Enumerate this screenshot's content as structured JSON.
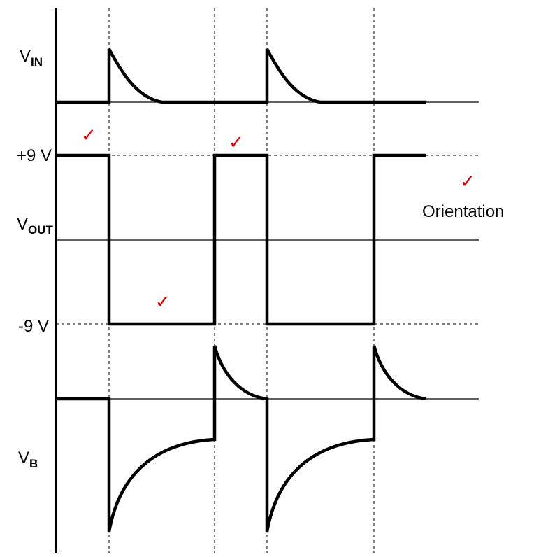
{
  "labels": {
    "vin_main": "V",
    "vin_sub": "IN",
    "vout_main": "V",
    "vout_sub": "OUT",
    "vb_main": "V",
    "vb_sub": "B",
    "plus9": "+9 V",
    "minus9": "-9 V",
    "orientation": "Orientation"
  },
  "marks": {
    "check_glyph": "✓",
    "check_color": "#e00000",
    "count": 4
  },
  "colors": {
    "waveform": "#000000",
    "background": "#ffffff"
  }
}
